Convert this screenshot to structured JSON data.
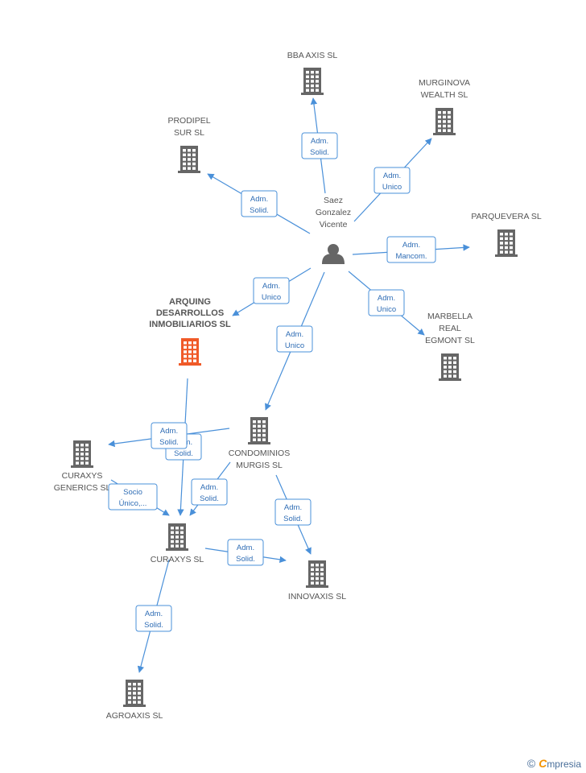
{
  "colors": {
    "company": "#666666",
    "highlight": "#f05a28",
    "person": "#666666",
    "edge": "#4a90d9",
    "label": "#555555"
  },
  "nodes": [
    {
      "id": "person",
      "kind": "person",
      "lines": [
        "Saez",
        "Gonzalez",
        "Vicente"
      ]
    },
    {
      "id": "bba",
      "kind": "company",
      "lines": [
        "BBA AXIS  SL"
      ]
    },
    {
      "id": "murginova",
      "kind": "company",
      "lines": [
        "MURGINOVA",
        "WEALTH SL"
      ]
    },
    {
      "id": "prodipel",
      "kind": "company",
      "lines": [
        "PRODIPEL",
        "SUR SL"
      ]
    },
    {
      "id": "parquevera",
      "kind": "company",
      "lines": [
        "PARQUEVERA SL"
      ]
    },
    {
      "id": "arquing",
      "kind": "company-main",
      "lines": [
        "ARQUING",
        "DESARROLLOS",
        "INMOBILIARIOS SL"
      ]
    },
    {
      "id": "marbella",
      "kind": "company",
      "lines": [
        "MARBELLA",
        "REAL",
        "EGMONT SL"
      ]
    },
    {
      "id": "condominios",
      "kind": "company",
      "lines": [
        "CONDOMINIOS",
        "MURGIS SL"
      ]
    },
    {
      "id": "curaxysgen",
      "kind": "company",
      "lines": [
        "CURAXYS",
        "GENERICS SL"
      ]
    },
    {
      "id": "curaxys",
      "kind": "company",
      "lines": [
        "CURAXYS SL"
      ]
    },
    {
      "id": "innovaxis",
      "kind": "company",
      "lines": [
        "INNOVAXIS SL"
      ]
    },
    {
      "id": "agroaxis",
      "kind": "company",
      "lines": [
        "AGROAXIS SL"
      ]
    }
  ],
  "edges": [
    {
      "from": "person",
      "to": "bba",
      "lines": [
        "Adm.",
        "Solid."
      ]
    },
    {
      "from": "person",
      "to": "murginova",
      "lines": [
        "Adm.",
        "Unico"
      ]
    },
    {
      "from": "person",
      "to": "prodipel",
      "lines": [
        "Adm.",
        "Solid."
      ]
    },
    {
      "from": "person",
      "to": "parquevera",
      "lines": [
        "Adm.",
        "Mancom."
      ]
    },
    {
      "from": "person",
      "to": "arquing",
      "lines": [
        "Adm.",
        "Unico"
      ]
    },
    {
      "from": "person",
      "to": "marbella",
      "lines": [
        "Adm.",
        "Unico"
      ]
    },
    {
      "from": "person",
      "to": "condominios",
      "lines": [
        "Adm.",
        "Unico"
      ]
    },
    {
      "from": "arquing",
      "to": "curaxys",
      "lines": [
        "Adm.",
        "Solid."
      ]
    },
    {
      "from": "condominios",
      "to": "curaxysgen",
      "lines": [
        "Adm.",
        "Solid."
      ]
    },
    {
      "from": "curaxysgen",
      "to": "curaxys",
      "lines": [
        "Socio",
        "Único,..."
      ]
    },
    {
      "from": "condominios",
      "to": "curaxys",
      "lines": [
        "Adm.",
        "Solid."
      ]
    },
    {
      "from": "condominios",
      "to": "innovaxis",
      "lines": [
        "Adm.",
        "Solid."
      ]
    },
    {
      "from": "curaxys",
      "to": "innovaxis",
      "lines": [
        "Adm.",
        "Solid."
      ]
    },
    {
      "from": "curaxys",
      "to": "agroaxis",
      "lines": [
        "Adm.",
        "Solid."
      ]
    }
  ],
  "brand": {
    "copyright": "©",
    "initial": "C",
    "rest": "mpresia"
  }
}
